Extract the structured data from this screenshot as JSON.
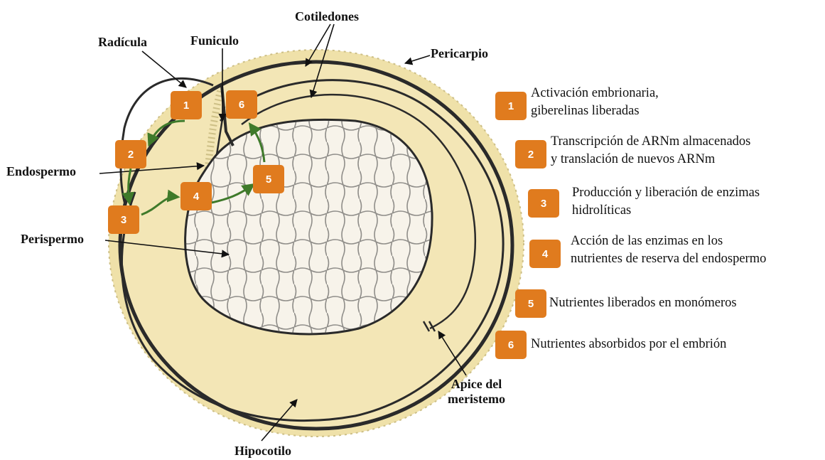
{
  "colors": {
    "seed_fill": "#f1e3b0",
    "coat_fill": "#efe1a9",
    "outline": "#2a2a2a",
    "perisperm_fill": "#f7f3ea",
    "badge": "#e07b1e",
    "flow_arrow": "#3f7a2a"
  },
  "labels": {
    "radicula": "Radícula",
    "funiculo": "Funiculo",
    "cotiledones": "Cotiledones",
    "pericarpio": "Pericarpio",
    "endospermo": "Endospermo",
    "perispermo": "Perispermo",
    "apice_line1": "Apice del",
    "apice_line2": "meristemo",
    "hipocotilo": "Hipocotilo"
  },
  "badges": [
    "1",
    "2",
    "3",
    "4",
    "5",
    "6"
  ],
  "legend": [
    {
      "num": "1",
      "lines": [
        "Activación embrionaria,",
        "giberelinas liberadas"
      ]
    },
    {
      "num": "2",
      "lines": [
        "Transcripción de ARNm almacenados",
        "y translación de nuevos ARNm"
      ]
    },
    {
      "num": "3",
      "lines": [
        "Producción y liberación de enzimas",
        "hidrolíticas"
      ]
    },
    {
      "num": "4",
      "lines": [
        "Acción de las enzimas en los",
        "nutrientes de reserva del endospermo"
      ]
    },
    {
      "num": "5",
      "lines": [
        "Nutrientes liberados en monómeros"
      ]
    },
    {
      "num": "6",
      "lines": [
        "Nutrientes absorbidos por el embrión"
      ]
    }
  ]
}
